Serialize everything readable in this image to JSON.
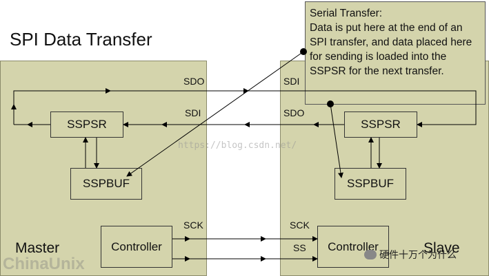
{
  "title": "SPI Data Transfer",
  "master": {
    "label": "Master",
    "sspsr": "SSPSR",
    "sspbuf": "SSPBUF",
    "controller": "Controller",
    "sdo": "SDO",
    "sdi": "SDI",
    "sck": "SCK"
  },
  "slave": {
    "label": "Slave",
    "sspsr": "SSPSR",
    "sspbuf": "SSPBUF",
    "controller": "Controller",
    "sdi": "SDI",
    "sdo": "SDO",
    "sck": "SCK",
    "ss": "SS"
  },
  "callout": {
    "heading": "Serial Transfer:",
    "body": "Data is put here at the end of an SPI transfer, and data placed here for sending is loaded into the SSPSR for the next transfer."
  },
  "watermark": "https://blog.csdn.net/",
  "logo": "ChinaUnix",
  "brand": "硬件十万个为什么",
  "colors": {
    "panel": "#d4d4ac",
    "line": "#000000"
  }
}
